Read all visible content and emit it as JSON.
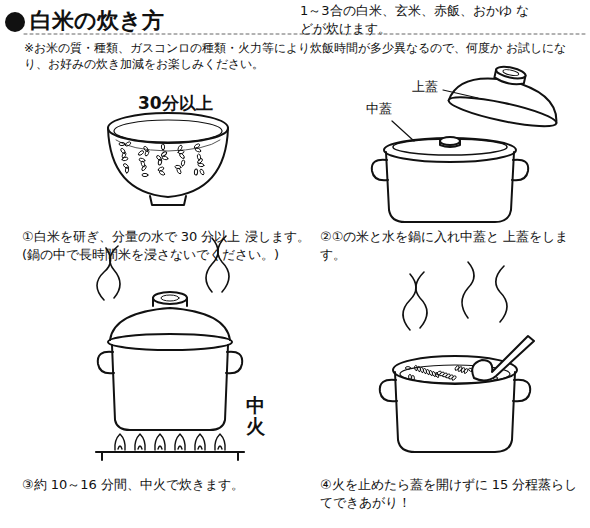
{
  "diagram": {
    "title": "白米の炊き方",
    "labels": [
      "1～3合の白米、玄米、赤飯、おかゆ などが炊けます。",
      "※お米の質・種類、ガスコンロの種類・火力等により炊飯時間が多少異なるので、何度か お試しになり、お好みの炊き加減をお楽しみください。",
      "30分以上",
      "上蓋",
      "中蓋",
      "①白米を研ぎ、分量の水で 30 分以上 浸します。 (鍋の中で長時間米を浸さないでください。)",
      "②①の米と水を鍋に入れ中蓋と 上蓋をします。",
      "中火",
      "③約 10～16 分間、中火で炊きます。",
      "④火を止めたら蓋を開けずに 15 分程蒸らしてできあがり！"
    ]
  }
}
